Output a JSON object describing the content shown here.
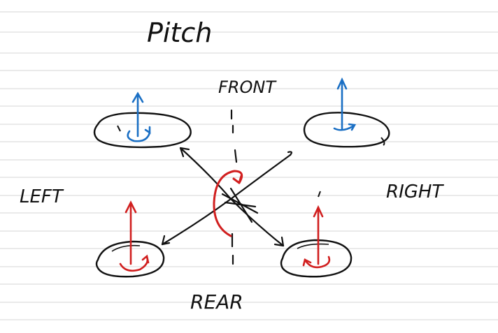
{
  "labels": {
    "title": "Pitch",
    "front": "FRONT",
    "rear": "REAR",
    "left": "LEFT",
    "right": "RIGHT"
  },
  "colors": {
    "ink": "#111111",
    "ruled_line": "#d4d4d4",
    "front_motor_arrow": "#1a6fc4",
    "rear_motor_arrow": "#d11f1f",
    "rotation_arrow": "#d11f1f"
  },
  "diagram": {
    "motors": [
      {
        "position": "front-left",
        "arrow_color": "blue"
      },
      {
        "position": "front-right",
        "arrow_color": "blue"
      },
      {
        "position": "rear-left",
        "arrow_color": "red"
      },
      {
        "position": "rear-right",
        "arrow_color": "red"
      }
    ],
    "center_rotation": {
      "color": "red"
    }
  }
}
